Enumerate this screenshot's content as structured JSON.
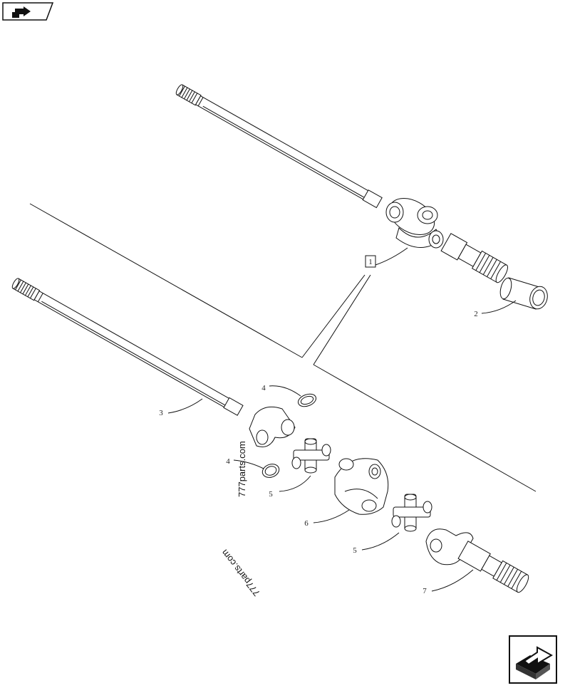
{
  "callouts": {
    "c1": "1",
    "c2": "2",
    "c3": "3",
    "c4a": "4",
    "c4b": "4",
    "c5a": "5",
    "c5b": "5",
    "c6": "6",
    "c7": "7"
  },
  "watermarks": {
    "upright": "777parts.com",
    "inverted": "777parts.com"
  },
  "icons": {
    "prev": "previous-page-icon",
    "next": "next-page-icon"
  },
  "colors": {
    "line": "#111111",
    "background": "#ffffff"
  }
}
